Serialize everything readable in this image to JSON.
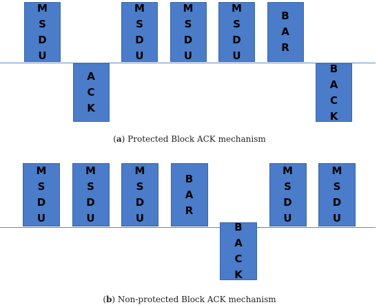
{
  "panels": [
    {
      "id": "a",
      "caption_letter": "a",
      "caption_text": "Protected Block ACK mechanism",
      "frames": [
        {
          "label": "MSDU",
          "side": "above"
        },
        {
          "label": "ACK",
          "side": "below"
        },
        {
          "label": "MSDU",
          "side": "above"
        },
        {
          "label": "MSDU",
          "side": "above"
        },
        {
          "label": "MSDU",
          "side": "above"
        },
        {
          "label": "BAR",
          "side": "above"
        },
        {
          "label": "BACK",
          "side": "below"
        }
      ]
    },
    {
      "id": "b",
      "caption_letter": "b",
      "caption_text": "Non-protected Block ACK mechanism",
      "frames": [
        {
          "label": "MSDU",
          "side": "above"
        },
        {
          "label": "MSDU",
          "side": "above"
        },
        {
          "label": "MSDU",
          "side": "above"
        },
        {
          "label": "BAR",
          "side": "above"
        },
        {
          "label": "BACK",
          "side": "below"
        },
        {
          "label": "MSDU",
          "side": "above"
        },
        {
          "label": "MSDU",
          "side": "above"
        }
      ]
    }
  ],
  "colors": {
    "frame_fill": "#4a7cc9",
    "frame_border": "#3a66a8",
    "baseline": "#5b86c5"
  }
}
